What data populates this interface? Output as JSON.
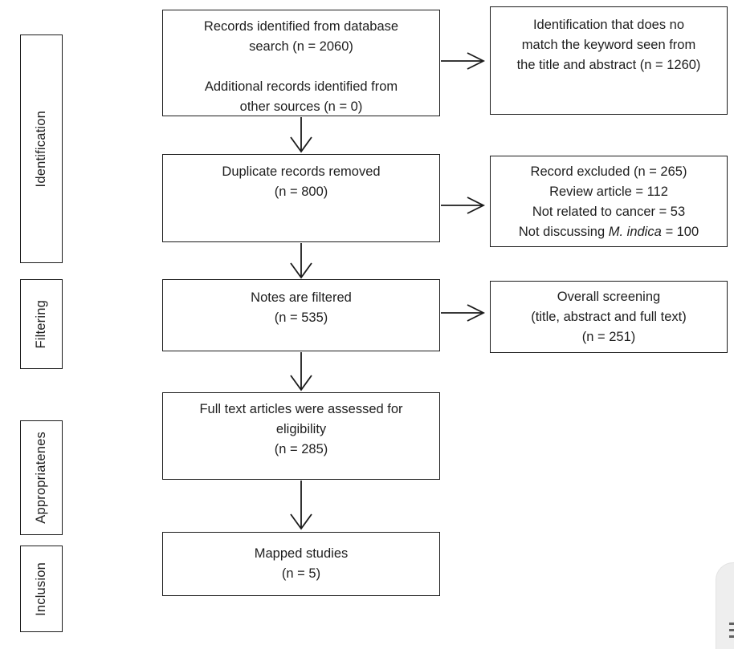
{
  "colors": {
    "line": "#1b1b1b",
    "text": "#1e1e1e",
    "background": "#ffffff",
    "corner_card_bg": "#eeeeee",
    "corner_card_border": "#e2e2e2"
  },
  "stages": {
    "identification": "Identification",
    "filtering": "Filtering",
    "appropriateness": "Appropriatenes",
    "inclusion": "Inclusion"
  },
  "boxes": {
    "records": {
      "text": "Records identified from database\nsearch (n = 2060)\n\nAdditional records identified from\nother sources (n = 0)"
    },
    "duplicates": {
      "text": "Duplicate records removed\n(n = 800)"
    },
    "notes": {
      "text": "Notes are filtered\n(n = 535)"
    },
    "fulltext": {
      "text": "Full text articles were assessed for\neligibility\n(n = 285)"
    },
    "mapped": {
      "text": "Mapped studies\n(n = 5)"
    }
  },
  "side_boxes": {
    "identification_excluded": {
      "text": "Identification that does no\nmatch the keyword seen from\nthe title and abstract (n = 1260)"
    },
    "record_excluded": {
      "l1": "Record excluded (n = 265)",
      "l2": "Review article = 112",
      "l3": "Not related to cancer = 53",
      "l4_pre": "Not discussing ",
      "l4_italic": "M. indica = ",
      "l4_post": "100"
    },
    "screening": {
      "text": "Overall screening\n(title, abstract and full text)\n(n = 251)"
    }
  }
}
